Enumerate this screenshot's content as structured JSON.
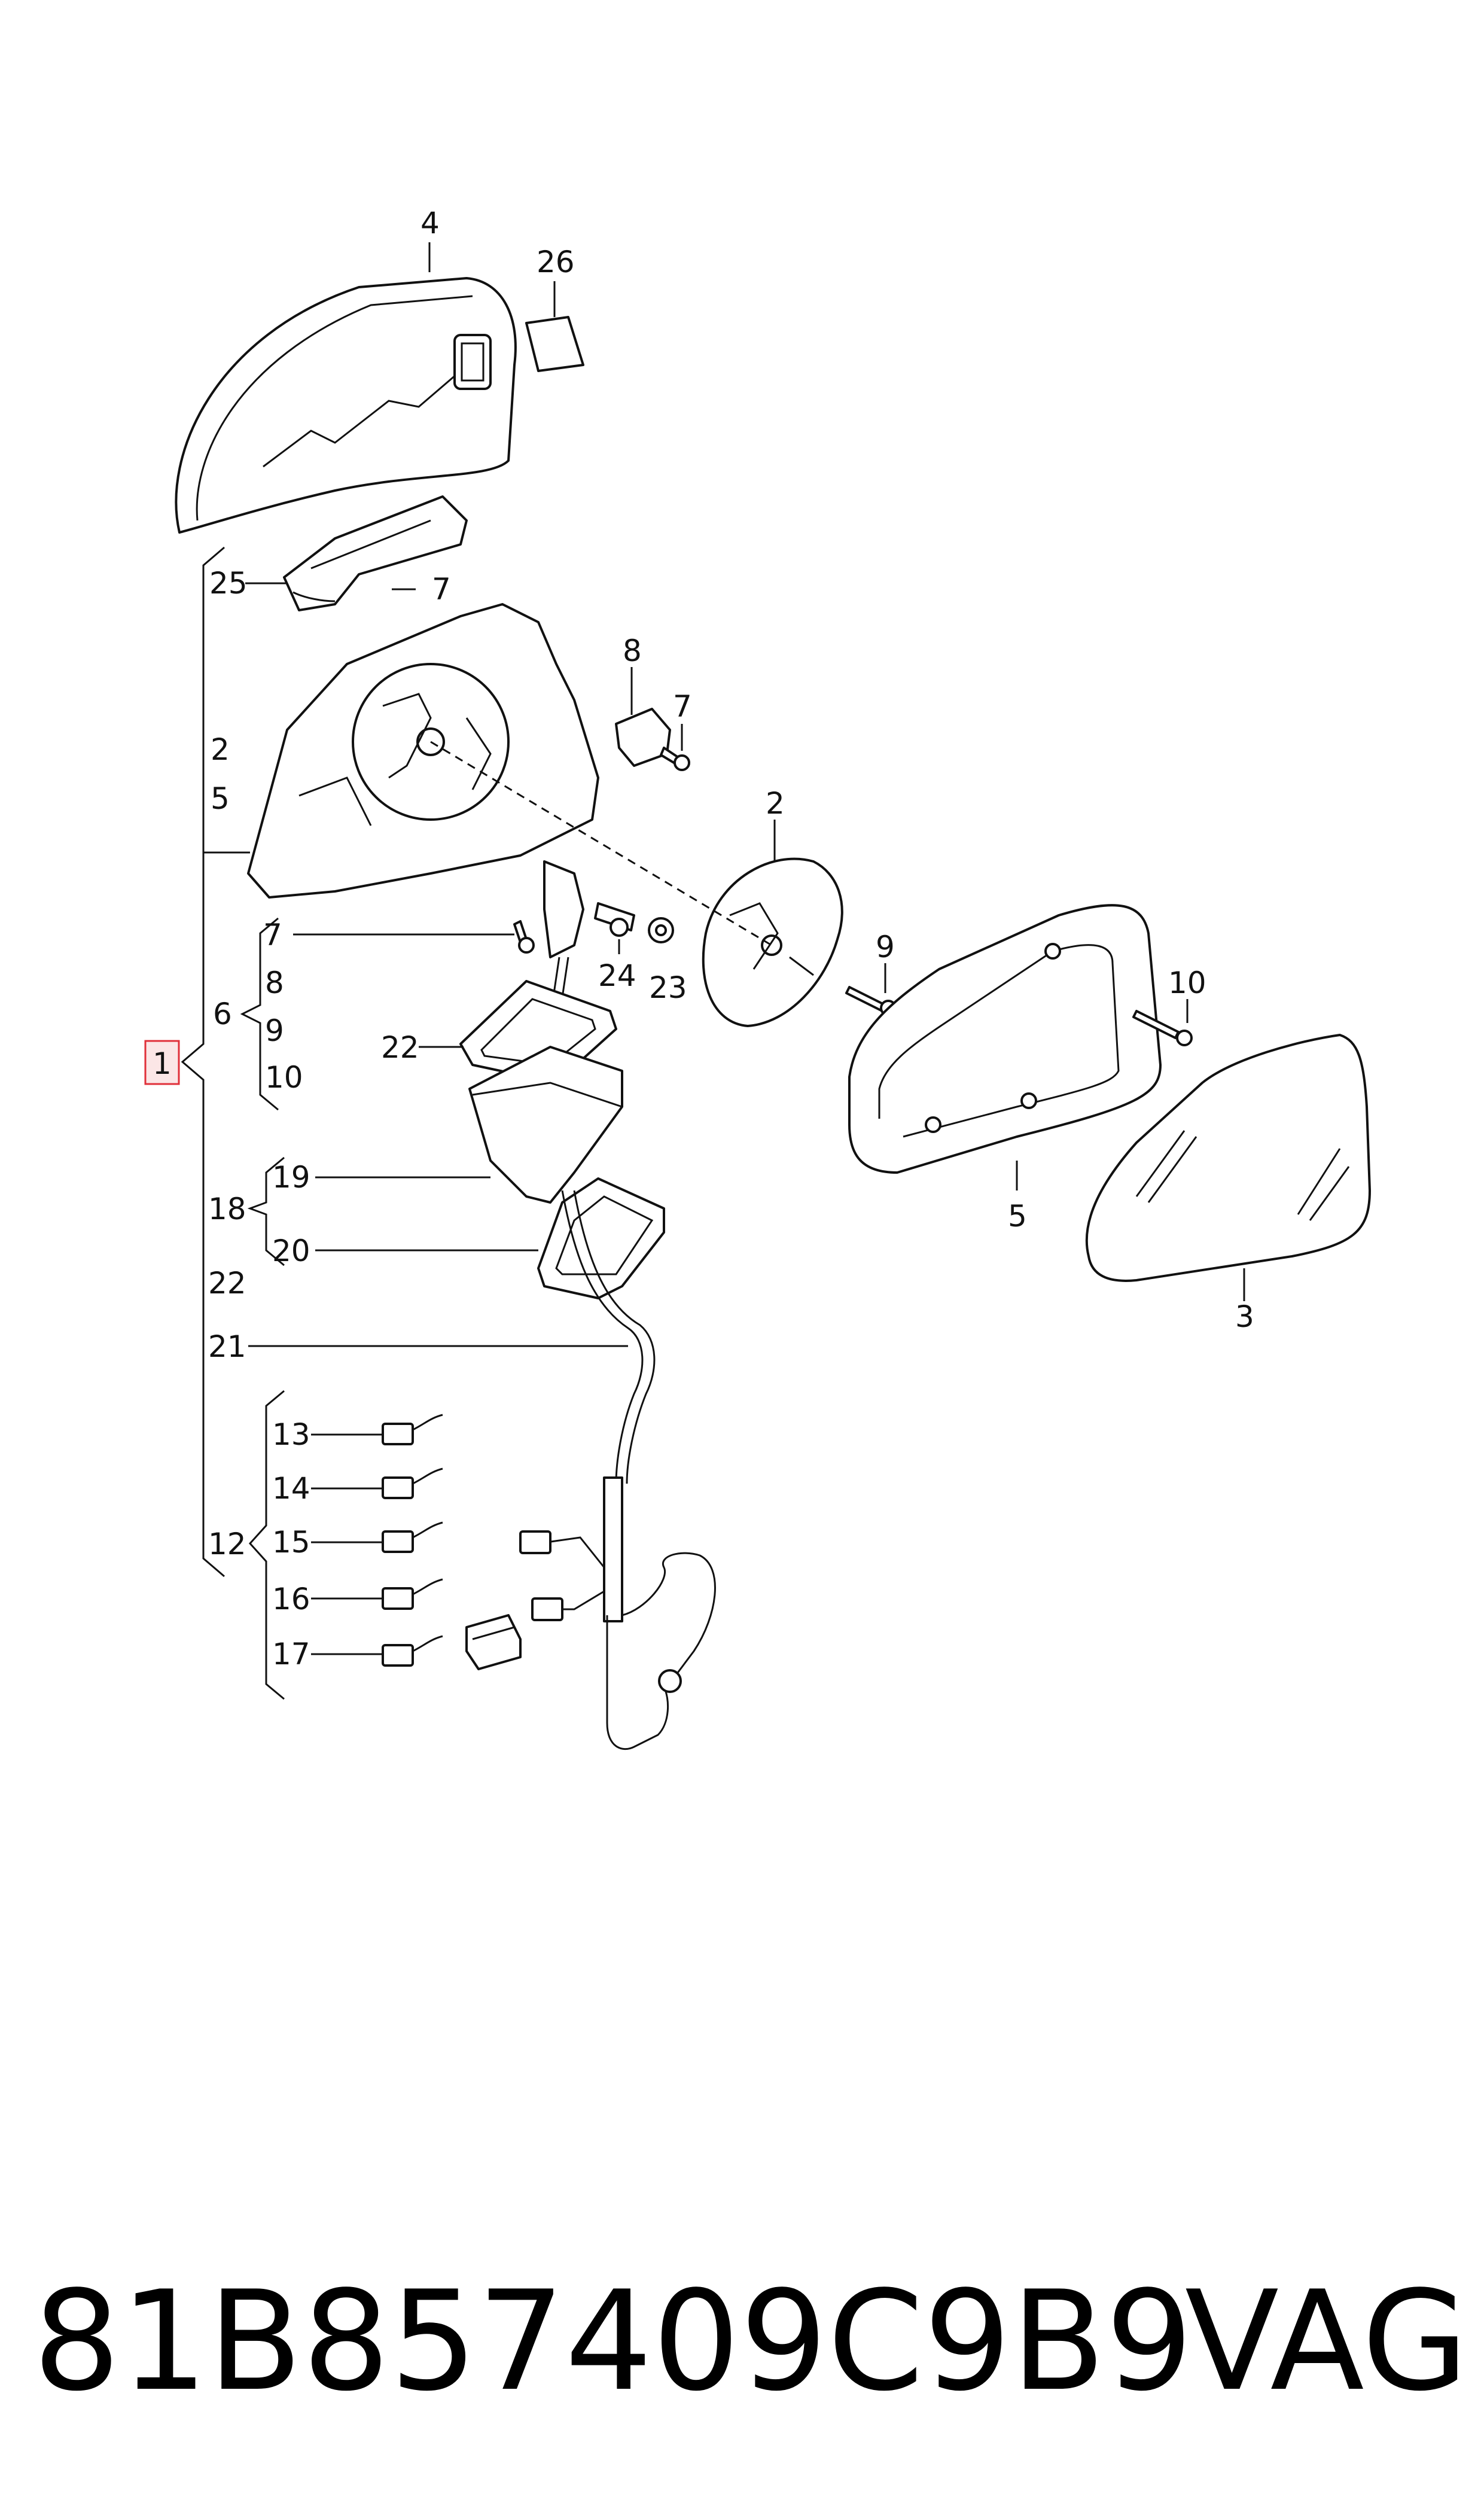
{
  "diagram": {
    "labels": {
      "l4": "4",
      "l26": "26",
      "l25": "25",
      "l7a": "7",
      "l8": "8",
      "l7b": "7",
      "l2a": "2",
      "l5a": "5",
      "l2b": "2",
      "l9b": "9",
      "l10b": "10",
      "l7c": "7",
      "l24": "24",
      "l23": "23",
      "l6": "6",
      "l8b": "8",
      "l9c": "9",
      "l10c": "10",
      "l22a": "22",
      "l1": "1",
      "l19": "19",
      "l18": "18",
      "l20": "20",
      "l22b": "22",
      "l21": "21",
      "l5b": "5",
      "l3": "3",
      "l13": "13",
      "l14": "14",
      "l15": "15",
      "l16": "16",
      "l17": "17",
      "l12": "12"
    },
    "highlight_color": "#e0303a"
  },
  "footer": {
    "part_number": "81B857409C9B9",
    "brand": "VAG"
  }
}
